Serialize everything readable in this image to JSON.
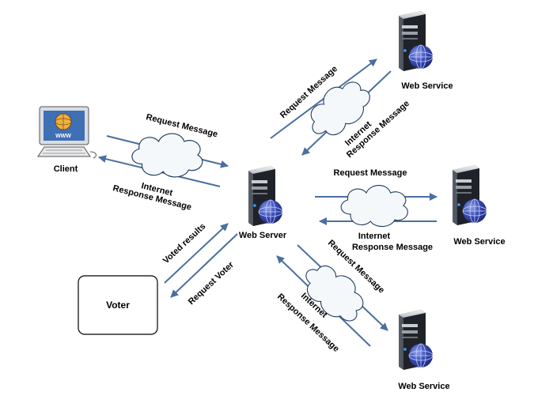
{
  "nodes": {
    "client": {
      "label": "Client"
    },
    "web_server": {
      "label": "Web Server"
    },
    "voter": {
      "label": "Voter"
    },
    "web_service_top": {
      "label": "Web Service"
    },
    "web_service_middle": {
      "label": "Web Service"
    },
    "web_service_bottom": {
      "label": "Web Service"
    }
  },
  "client_link": {
    "request": "Request Message",
    "cloud": "Internet",
    "response": "Response Message"
  },
  "service_top_link": {
    "request": "Request Message",
    "cloud": "Internet",
    "response": "Response Message"
  },
  "service_middle_link": {
    "request": "Request Message",
    "cloud": "Internet",
    "response": "Response Message"
  },
  "service_bottom_link": {
    "request": "Request Message",
    "cloud": "Internet",
    "response": "Response Message"
  },
  "voter_link": {
    "results": "Voted results",
    "request": "Request Voter"
  },
  "icon_text": {
    "www": "WWW"
  },
  "colors": {
    "arrow": "#4a6fa0",
    "cloud_stroke": "#1e3a5c",
    "server_body": "#2b2f36",
    "globe": "#2f3f9e"
  }
}
